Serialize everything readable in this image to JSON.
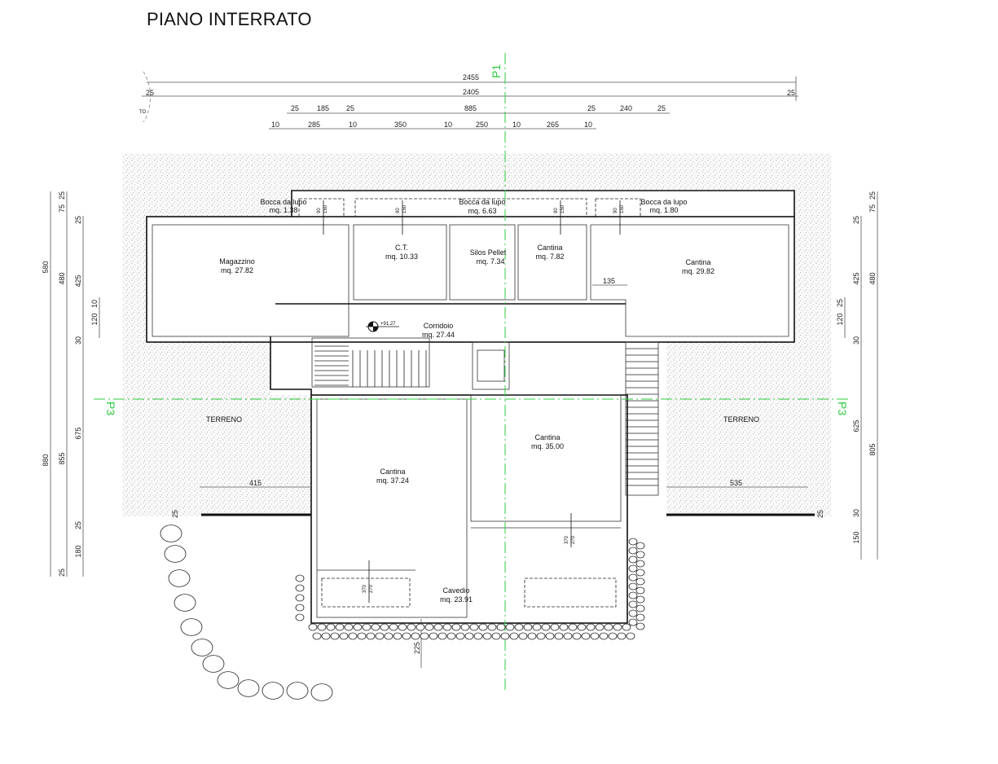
{
  "title": "PIANO INTERRATO",
  "section_marks": {
    "vertical": "P1",
    "horizontal_left": "P3",
    "horizontal_right": "P3"
  },
  "top_dimensions": {
    "row1": {
      "total": "2455"
    },
    "row2": {
      "total": "2405",
      "left": "25",
      "right": "25",
      "note": "TO"
    },
    "row3": [
      "25",
      "185",
      "25",
      "885",
      "25",
      "240",
      "25"
    ],
    "row4": [
      "10",
      "285",
      "10",
      "350",
      "10",
      "250",
      "10",
      "265",
      "10"
    ]
  },
  "left_dimensions": {
    "col1": [
      "580",
      "880"
    ],
    "col2": [
      "25",
      "75",
      "480",
      "855",
      "25"
    ],
    "col3": [
      "25",
      "425",
      "30",
      "675",
      "25",
      "180"
    ],
    "col4": [
      "10",
      "120"
    ]
  },
  "right_dimensions": {
    "col1": [
      "25",
      "425",
      "30",
      "625",
      "30",
      "150"
    ],
    "col2": [
      "25",
      "75",
      "480",
      "805"
    ],
    "col3": [
      "25",
      "120"
    ]
  },
  "rooms": [
    {
      "name": "Bocca da lupo",
      "area": "mq. 1.38"
    },
    {
      "name": "Bocca da lupo",
      "area": "mq. 6.63"
    },
    {
      "name": "Bocca da lupo",
      "area": "mq. 1.80"
    },
    {
      "name": "Magazzino",
      "area": "mq. 27.82"
    },
    {
      "name": "C.T.",
      "area": "mq. 10.33"
    },
    {
      "name": "Silos Pellet",
      "area": "mq. 7.34"
    },
    {
      "name": "Cantina",
      "area": "mq. 7.82"
    },
    {
      "name": "Cantina",
      "area": "mq. 29.82"
    },
    {
      "name": "Corridoio",
      "area": "mq. 27.44"
    },
    {
      "name": "Cantina",
      "area": "mq. 37.24"
    },
    {
      "name": "Cantina",
      "area": "mq. 35.00"
    },
    {
      "name": "Cavedio",
      "area": "mq. 23.91"
    }
  ],
  "terrain": {
    "left": "TERRENO",
    "right": "TERRENO"
  },
  "elevation": "+91.27",
  "window_dims": {
    "a": "90",
    "b": "150",
    "c": "370",
    "d": "270"
  },
  "misc_dims": {
    "d135": "135",
    "d415": "415",
    "d535": "535",
    "d225": "225",
    "d25l": "25",
    "d25r": "25"
  }
}
